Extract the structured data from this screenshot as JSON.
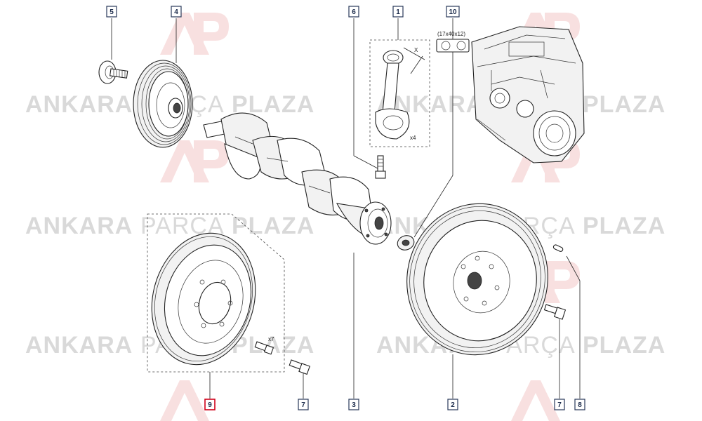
{
  "watermark": {
    "row1": {
      "left_bold": "ANKARA",
      "left_thin": "PARÇA",
      "right_bold": "PLAZA"
    },
    "rows": 3,
    "logo_letters": "AP"
  },
  "callouts": [
    {
      "id": "5",
      "label": "5",
      "highlight": false
    },
    {
      "id": "4",
      "label": "4",
      "highlight": false
    },
    {
      "id": "6",
      "label": "6",
      "highlight": false
    },
    {
      "id": "1",
      "label": "1",
      "highlight": false
    },
    {
      "id": "10",
      "label": "10",
      "highlight": false
    },
    {
      "id": "9",
      "label": "9",
      "highlight": true
    },
    {
      "id": "7a",
      "label": "7",
      "highlight": false
    },
    {
      "id": "3",
      "label": "3",
      "highlight": false
    },
    {
      "id": "2",
      "label": "2",
      "highlight": false
    },
    {
      "id": "7b",
      "label": "7",
      "highlight": false
    },
    {
      "id": "8",
      "label": "8",
      "highlight": false
    }
  ],
  "annotations": {
    "bearing_size": "(17x40x12)",
    "rod_qty": "x4",
    "rod_dim": "X",
    "bolt_qty": "x7"
  },
  "colors": {
    "callout_border": "#2a3a5a",
    "highlight_border": "#d0021b",
    "watermark": "#d9d9d9",
    "logo_red": "#f3c6c6"
  }
}
